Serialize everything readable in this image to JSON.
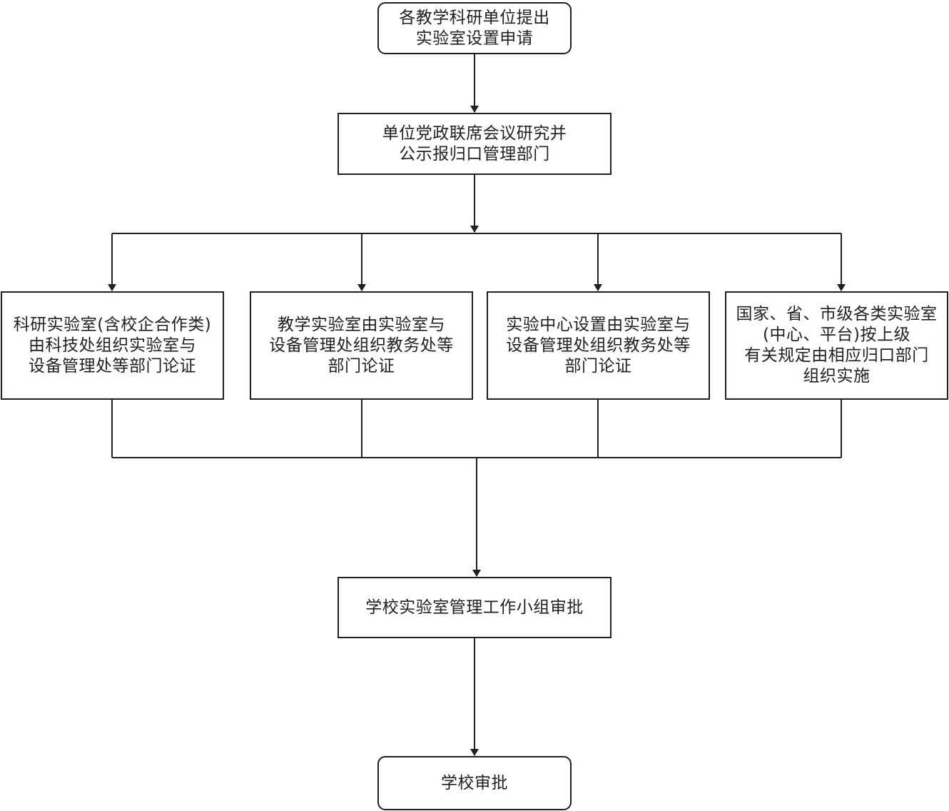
{
  "diagram": {
    "nodes": {
      "apply": {
        "lines": [
          "各教学科研单位提出",
          "实验室设置申请"
        ]
      },
      "meeting": {
        "lines": [
          "单位党政联席会议研究并",
          "公示报归口管理部门"
        ]
      },
      "research_lab": {
        "lines": [
          "科研实验室(含校企合作类)",
          "由科技处组织实验室与",
          "设备管理处等部门论证"
        ]
      },
      "teaching_lab": {
        "lines": [
          "教学实验室由实验室与",
          "设备管理处组织教务处等",
          "部门论证"
        ]
      },
      "experiment_center": {
        "lines": [
          "实验中心设置由实验室与",
          "设备管理处组织教务处等",
          "部门论证"
        ]
      },
      "national_labs": {
        "lines": [
          "国家、省、市级各类实验室",
          "(中心、平台)按上级",
          "有关规定由相应归口部门",
          "组织实施"
        ]
      },
      "group_approval": {
        "lines": [
          "学校实验室管理工作小组审批"
        ]
      },
      "school_approval": {
        "lines": [
          "学校审批"
        ]
      }
    }
  }
}
